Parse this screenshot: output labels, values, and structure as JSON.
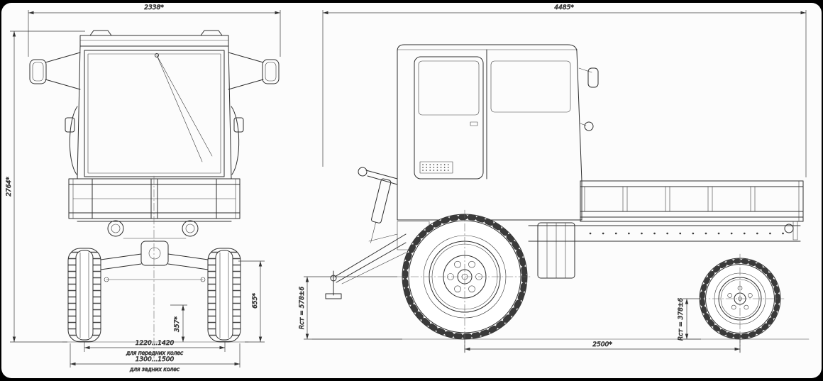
{
  "drawing": {
    "front_view": {
      "overall_width": "2338*",
      "overall_height": "2764*",
      "dim_655": "655*",
      "dim_357": "357*",
      "front_track": "1220...1420",
      "front_track_note": "для передних колес",
      "rear_track": "1300...1500",
      "rear_track_note": "для задних колес"
    },
    "side_view": {
      "overall_length": "4485*",
      "wheelbase": "2500*",
      "front_wheel_radius": "Rст = 578±6",
      "rear_wheel_radius": "Rст = 378±6"
    }
  }
}
